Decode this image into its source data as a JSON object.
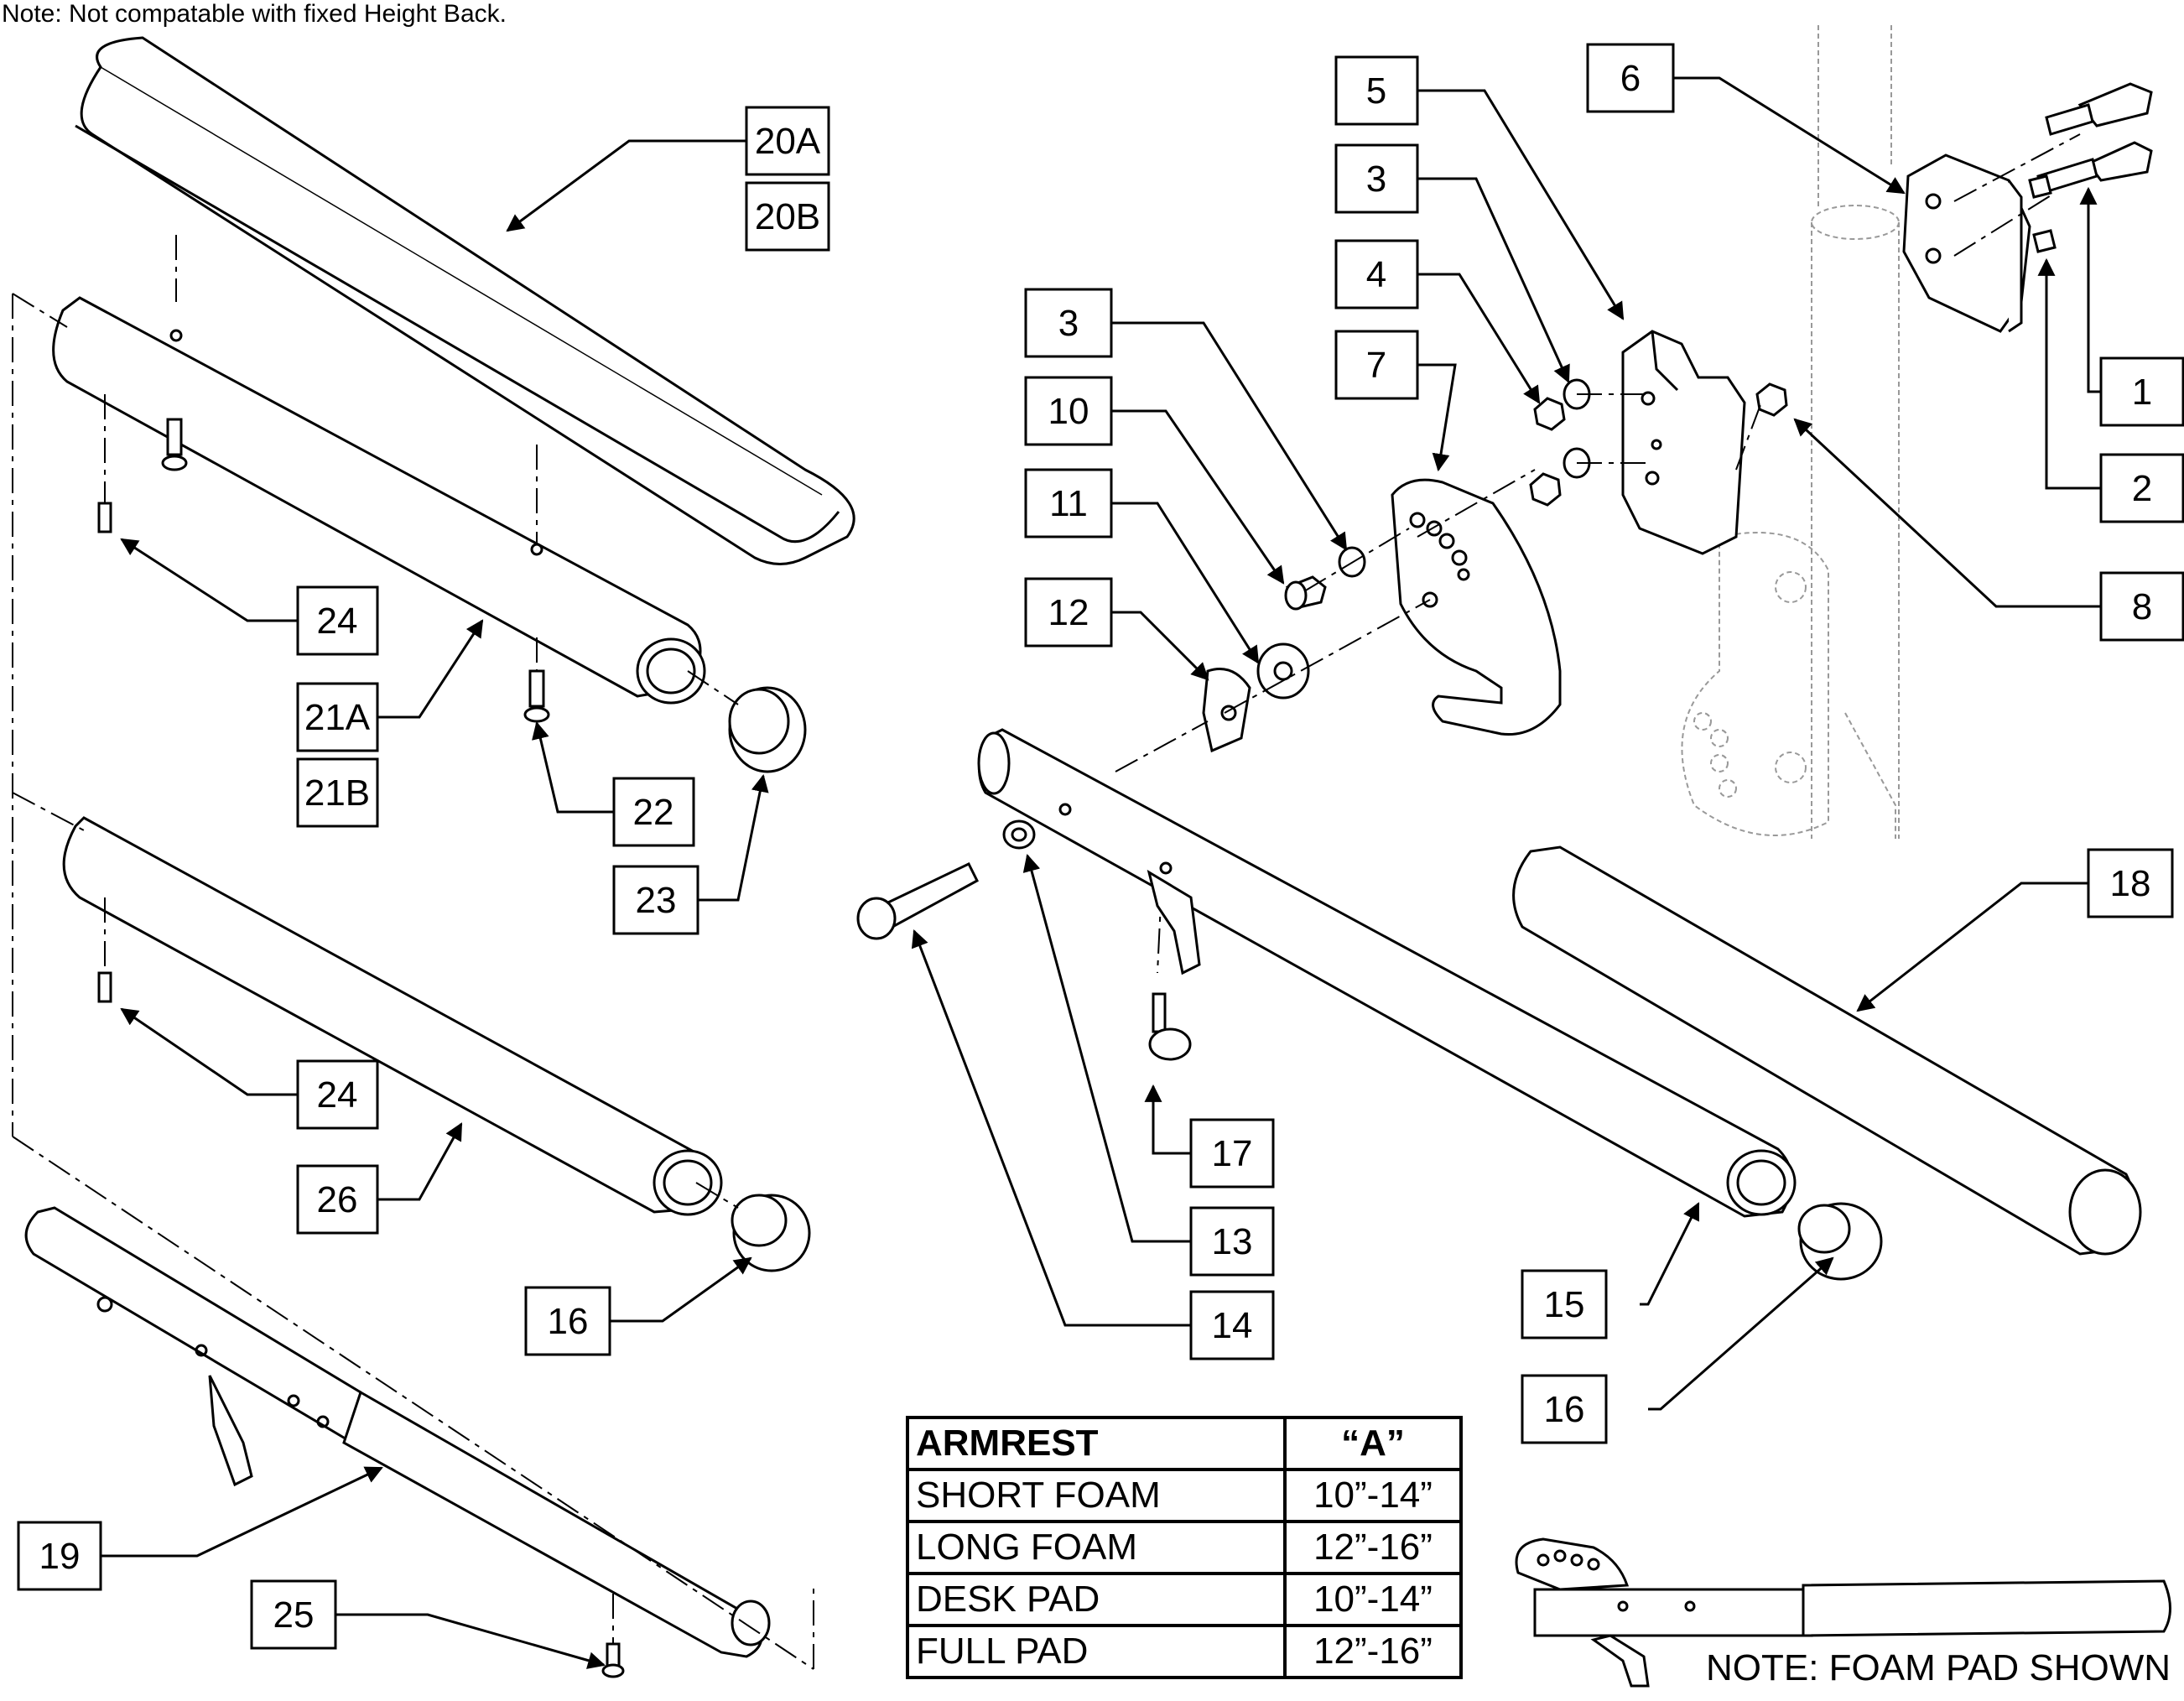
{
  "header_note": "Note: Not compatable with fixed Height Back.",
  "callouts": [
    "20A",
    "20B",
    "21A",
    "21B",
    "22",
    "23",
    "24",
    "24",
    "26",
    "16",
    "19",
    "25",
    "5",
    "6",
    "3",
    "4",
    "7",
    "3",
    "10",
    "11",
    "12",
    "1",
    "2",
    "8",
    "18",
    "17",
    "13",
    "14",
    "15",
    "16"
  ],
  "table": {
    "headers": [
      "ARMREST",
      "“A”"
    ],
    "rows": [
      [
        "SHORT FOAM",
        "10”-14”"
      ],
      [
        "LONG FOAM",
        "12”-16”"
      ],
      [
        "DESK PAD",
        "10”-14”"
      ],
      [
        "FULL PAD",
        "12”-16”"
      ]
    ]
  },
  "footer_note": "NOTE: FOAM PAD SHOWN"
}
